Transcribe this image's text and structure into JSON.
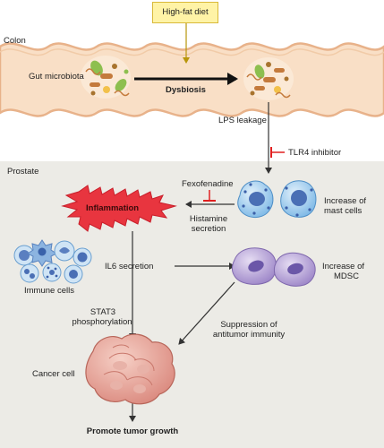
{
  "regions": {
    "colon": "Colon",
    "prostate": "Prostate"
  },
  "trigger": {
    "diet": "High-fat diet"
  },
  "gut": {
    "microbiota": "Gut microbiota",
    "dysbiosis": "Dysbiosis"
  },
  "leak": {
    "lps": "LPS leakage",
    "tlr4": "TLR4 inhibitor"
  },
  "inflammation": {
    "label": "Inflammation",
    "drug": "Fexofenadine",
    "histamine_l1": "Histamine",
    "histamine_l2": "secretion"
  },
  "mast": {
    "l1": "Increase of",
    "l2": "mast cells"
  },
  "immune": {
    "label": "Immune cells"
  },
  "il6": {
    "label": "IL6 secretion"
  },
  "mdsc": {
    "l1": "Increase of",
    "l2": "MDSC"
  },
  "stat3": {
    "l1": "STAT3",
    "l2": "phosphorylation"
  },
  "suppression": {
    "l1": "Suppression of",
    "l2": "antitumor immunity"
  },
  "tumor": {
    "cell": "Cancer cell",
    "outcome": "Promote tumor growth"
  },
  "colors": {
    "colon_bg": "#f9dfc6",
    "colon_wall": "#e8b28a",
    "prostate_bg": "#ecebe6",
    "burst": "#e8353f",
    "mast": "#8fc3ec",
    "mdsc": "#b6a3d8",
    "tumor": "#e6a397",
    "inhibitor": "#e02020"
  }
}
